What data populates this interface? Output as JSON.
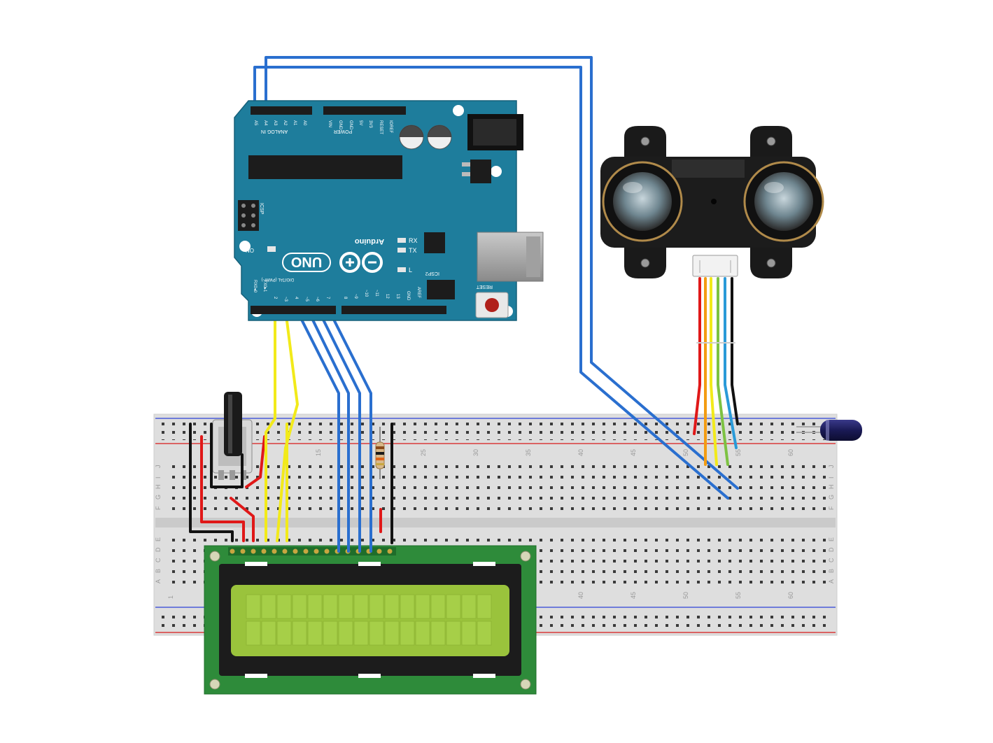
{
  "diagram": {
    "arduino": {
      "brand": "Arduino",
      "model": "UNO",
      "header_power": "POWER",
      "header_analog": "ANALOG IN",
      "header_digital": "DIGITAL (PWM~)",
      "label_on": "ON",
      "label_rx": "RX",
      "label_tx": "TX",
      "label_l": "L",
      "label_icsp": "ICSP",
      "label_icsp2": "ICSP2",
      "label_reset": "RESET",
      "label_aref": "AREF",
      "label_gnd": "GND",
      "power_pins": [
        "IOREF",
        "RESET",
        "3V3",
        "5V",
        "GND",
        "GND",
        "VIN"
      ],
      "analog_pins": [
        "A5",
        "A4",
        "A3",
        "A2",
        "A1",
        "A0"
      ],
      "digital_low_pins": [
        "RX0◂0",
        "TX0▸1",
        "2",
        "~3",
        "4",
        "~5",
        "~6",
        "7"
      ],
      "digital_high_pins": [
        "8",
        "~9",
        "~10",
        "~11",
        "12",
        "13"
      ]
    },
    "breadboard": {
      "column_numbers_top": [
        "25",
        "30",
        "35",
        "40",
        "45",
        "50",
        "55",
        "60"
      ],
      "column_numbers_top_left": [
        "15"
      ],
      "column_numbers_bottom": [
        "40",
        "45",
        "50",
        "55",
        "60"
      ],
      "column_number_bottom_left": "1",
      "row_letters_top": [
        "J",
        "I",
        "H",
        "G",
        "F"
      ],
      "row_letters_bottom": [
        "E",
        "D",
        "C",
        "B",
        "A"
      ]
    },
    "colors": {
      "arduino_board": "#1e7d9c",
      "breadboard": "#dcdcdc",
      "lcd_pcb": "#2e8b3a",
      "lcd_screen": "#9ac33c",
      "wire_blue": "#2a6fcf",
      "wire_yellow": "#f2ea1a",
      "wire_red": "#e01818",
      "wire_black": "#111111",
      "wire_green": "#7dc242",
      "wire_orange": "#f39c12"
    }
  }
}
